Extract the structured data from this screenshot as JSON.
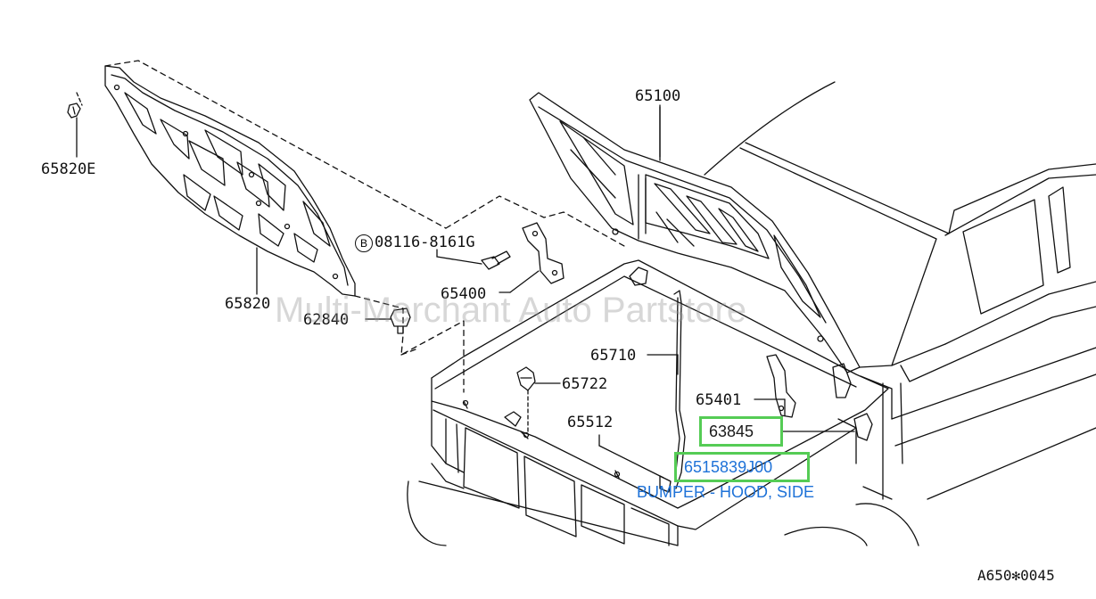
{
  "watermark": "Multi-Merchant Auto Partstore",
  "figure_code": "A650✻0045",
  "bolt_marker": "B",
  "part_labels": {
    "p65820E": "65820E",
    "p65820": "65820",
    "p65100": "65100",
    "p08116": "08116-8161G",
    "p65400": "65400",
    "p62840": "62840",
    "p65710": "65710",
    "p65722": "65722",
    "p65401": "65401",
    "p65512": "65512"
  },
  "highlighted_part": {
    "code": "63845"
  },
  "selected_part": {
    "number": "6515839J00",
    "description": "BUMPER - HOOD, SIDE"
  },
  "colors": {
    "highlight_border": "#55cc55",
    "selected_text": "#1e72d8",
    "line_art": "#111111"
  }
}
